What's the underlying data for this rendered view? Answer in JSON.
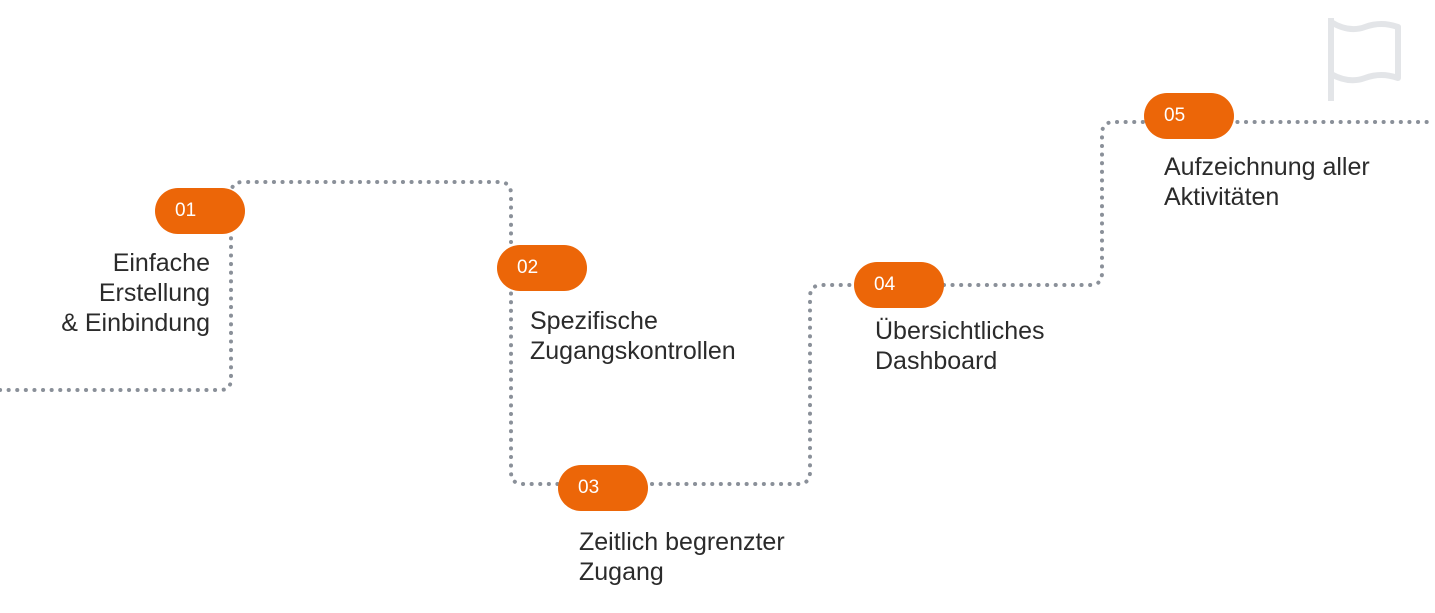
{
  "colors": {
    "accent": "#ec6608",
    "path": "#8a9099",
    "flag": "#e3e5e8",
    "text": "#2b2b2b"
  },
  "icons": {
    "goal": "flag-icon"
  },
  "steps": [
    {
      "number": "01",
      "lines": [
        "Einfache",
        "Erstellung",
        "& Einbindung"
      ]
    },
    {
      "number": "02",
      "lines": [
        "Spezifische",
        "Zugangskontrollen"
      ]
    },
    {
      "number": "03",
      "lines": [
        "Zeitlich begrenzter",
        "Zugang"
      ]
    },
    {
      "number": "04",
      "lines": [
        "Übersichtliches",
        "Dashboard"
      ]
    },
    {
      "number": "05",
      "lines": [
        "Aufzeichnung aller",
        "Aktivitäten"
      ]
    }
  ]
}
